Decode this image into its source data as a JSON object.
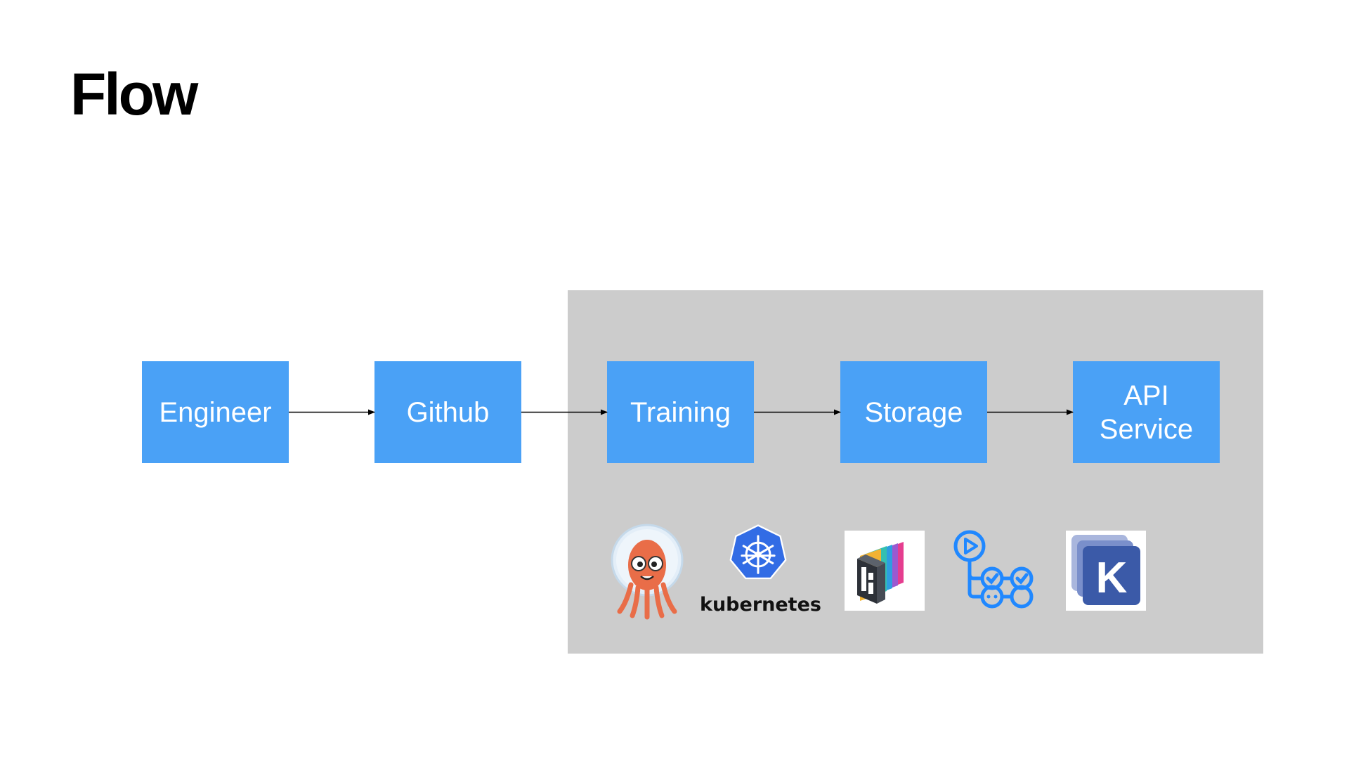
{
  "slide": {
    "title": "Flow"
  },
  "flow": {
    "nodes": [
      {
        "id": "engineer",
        "label": "Engineer"
      },
      {
        "id": "github",
        "label": "Github"
      },
      {
        "id": "training",
        "label": "Training"
      },
      {
        "id": "storage",
        "label": "Storage"
      },
      {
        "id": "api",
        "label": "API\nService"
      }
    ],
    "edges": [
      {
        "from": "engineer",
        "to": "github"
      },
      {
        "from": "github",
        "to": "training"
      },
      {
        "from": "training",
        "to": "storage"
      },
      {
        "from": "storage",
        "to": "api"
      }
    ]
  },
  "logos": {
    "argo": {
      "icon": "argo-octopus-icon"
    },
    "kubernetes": {
      "icon": "kubernetes-wheel-icon",
      "wordmark": "kubernetes"
    },
    "pachyderm": {
      "icon": "pachyderm-icon"
    },
    "github_actions": {
      "icon": "github-actions-icon"
    },
    "kubeflow": {
      "icon": "kubeflow-k-icon",
      "letter": "K"
    }
  },
  "colors": {
    "node_fill": "#4aa1f6",
    "node_text": "#ffffff",
    "panel_fill": "#cccccc",
    "arrow": "#000000",
    "kubernetes_blue": "#326ce5",
    "argo_orange": "#e96d48",
    "kubeflow_navy": "#3b5aa8"
  }
}
